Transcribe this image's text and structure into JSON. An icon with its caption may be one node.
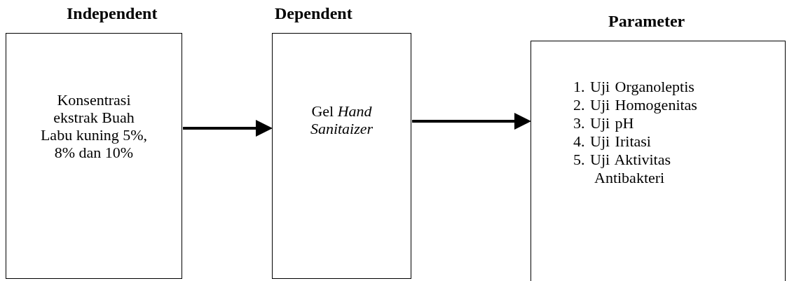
{
  "diagram": {
    "nodes": [
      {
        "text": [
          "Independent",
          "Konsentrasi ekstrak Buah Labu kuning  5%, 8% dan 10%"
        ]
      },
      {
        "text": [
          "Dependent",
          "Gel *Hand Sanitaizer*"
        ]
      },
      {
        "text": [
          "Parameter",
          "1. Uji Organoleptis",
          "2. Uji Homogenitas",
          "3. Uji pH",
          "4. Uji Iritasi",
          "5. Uji Aktivitas Antibakteri"
        ]
      }
    ],
    "edges": [
      {
        "from": 0,
        "to": 1,
        "arrow": "to"
      },
      {
        "from": 1,
        "to": 2,
        "arrow": "to"
      }
    ]
  }
}
